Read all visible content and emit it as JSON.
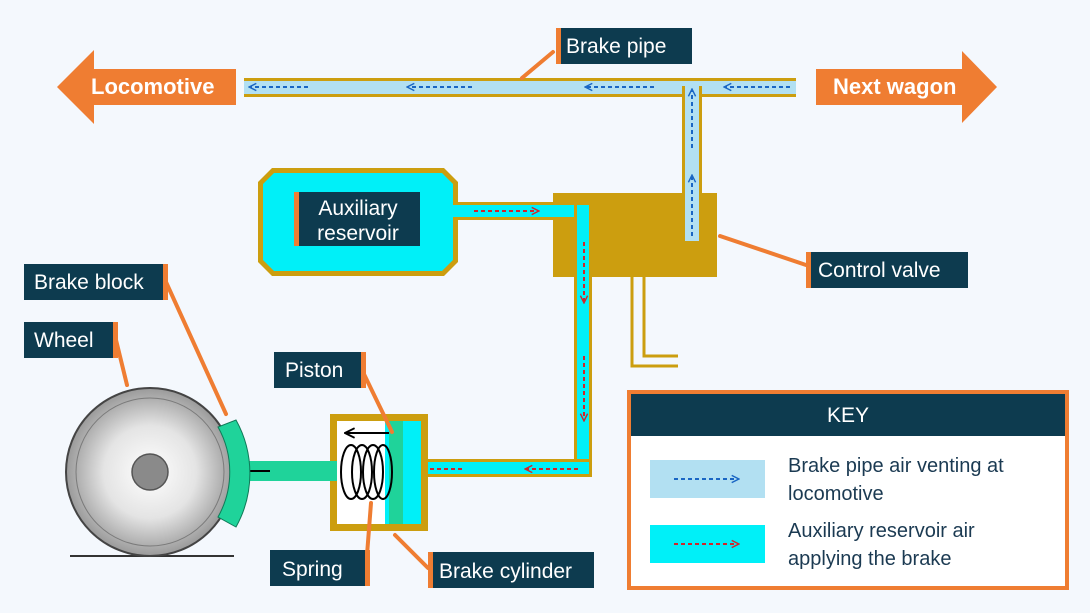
{
  "arrows": {
    "left_label": "Locomotive",
    "right_label": "Next wagon"
  },
  "labels": {
    "brake_pipe": "Brake pipe",
    "aux_reservoir_line1": "Auxiliary",
    "aux_reservoir_line2": "reservoir",
    "control_valve": "Control valve",
    "brake_block": "Brake block",
    "wheel": "Wheel",
    "piston": "Piston",
    "spring": "Spring",
    "brake_cylinder": "Brake cylinder"
  },
  "key": {
    "title": "KEY",
    "item1_line1": "Brake pipe air venting at",
    "item1_line2": "locomotive",
    "item2_line1": "Auxiliary reservoir air",
    "item2_line2": "applying the brake"
  },
  "colors": {
    "accent_orange": "#ef7d32",
    "label_bg": "#0d3b4f",
    "brass": "#cc9e0f",
    "brake_pipe_air": "#b2e0f2",
    "reservoir_air": "#00f0f8",
    "brake_block_green": "#1fd39a",
    "venting_arrow": "#1a66c4",
    "applying_arrow": "#d0262b"
  }
}
